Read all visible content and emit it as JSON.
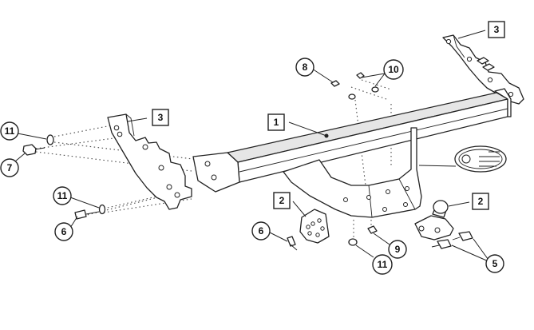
{
  "callouts": [
    {
      "id": "c1a",
      "label": "1"
    },
    {
      "id": "c2a",
      "label": "2"
    },
    {
      "id": "c2b",
      "label": "2"
    },
    {
      "id": "c3a",
      "label": "3"
    },
    {
      "id": "c3b",
      "label": "3"
    },
    {
      "id": "c5a",
      "label": "5"
    },
    {
      "id": "c6a",
      "label": "6"
    },
    {
      "id": "c6b",
      "label": "6"
    },
    {
      "id": "c7a",
      "label": "7"
    },
    {
      "id": "c8a",
      "label": "8"
    },
    {
      "id": "c9a",
      "label": "9"
    },
    {
      "id": "c10a",
      "label": "10"
    },
    {
      "id": "c11a",
      "label": "11"
    },
    {
      "id": "c11b",
      "label": "11"
    },
    {
      "id": "c11c",
      "label": "11"
    }
  ]
}
